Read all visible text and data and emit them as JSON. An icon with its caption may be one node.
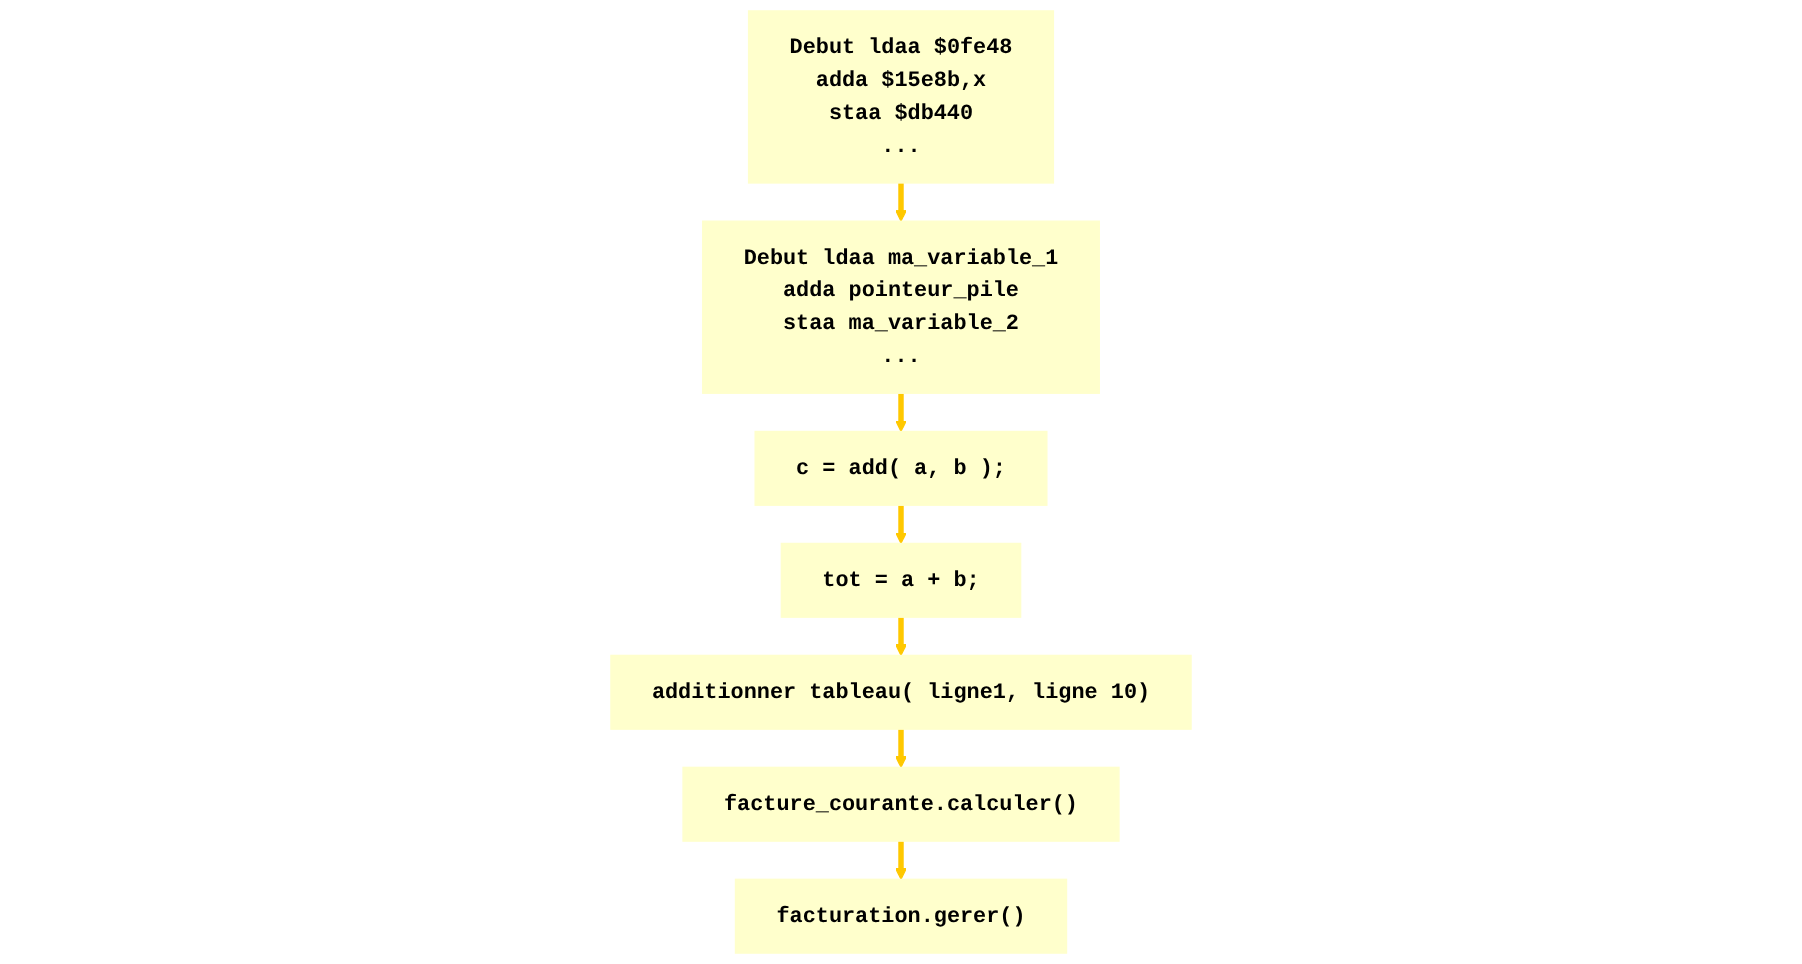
{
  "diagram": {
    "nodes": [
      {
        "text": [
          "Debut ldaa $0fe48",
          "adda $15e8b,x",
          "staa $db440",
          "..."
        ]
      },
      {
        "text": [
          "Debut ldaa ma_variable_1",
          "adda pointeur_pile",
          "staa ma_variable_2",
          "..."
        ]
      },
      {
        "text": [
          "c = add( a, b );"
        ]
      },
      {
        "text": [
          "tot = a + b;"
        ]
      },
      {
        "text": [
          "additionner tableau( ligne1, ligne 10)"
        ]
      },
      {
        "text": [
          "facture_courante.calculer()"
        ]
      },
      {
        "text": [
          "facturation.gerer()"
        ]
      }
    ],
    "edges": [
      {
        "from": 0,
        "to": 1,
        "arrow": "to"
      },
      {
        "from": 1,
        "to": 2,
        "arrow": "to"
      },
      {
        "from": 2,
        "to": 3,
        "arrow": "to"
      },
      {
        "from": 3,
        "to": 4,
        "arrow": "to"
      },
      {
        "from": 4,
        "to": 5,
        "arrow": "to"
      },
      {
        "from": 5,
        "to": 6,
        "arrow": "to"
      }
    ]
  }
}
